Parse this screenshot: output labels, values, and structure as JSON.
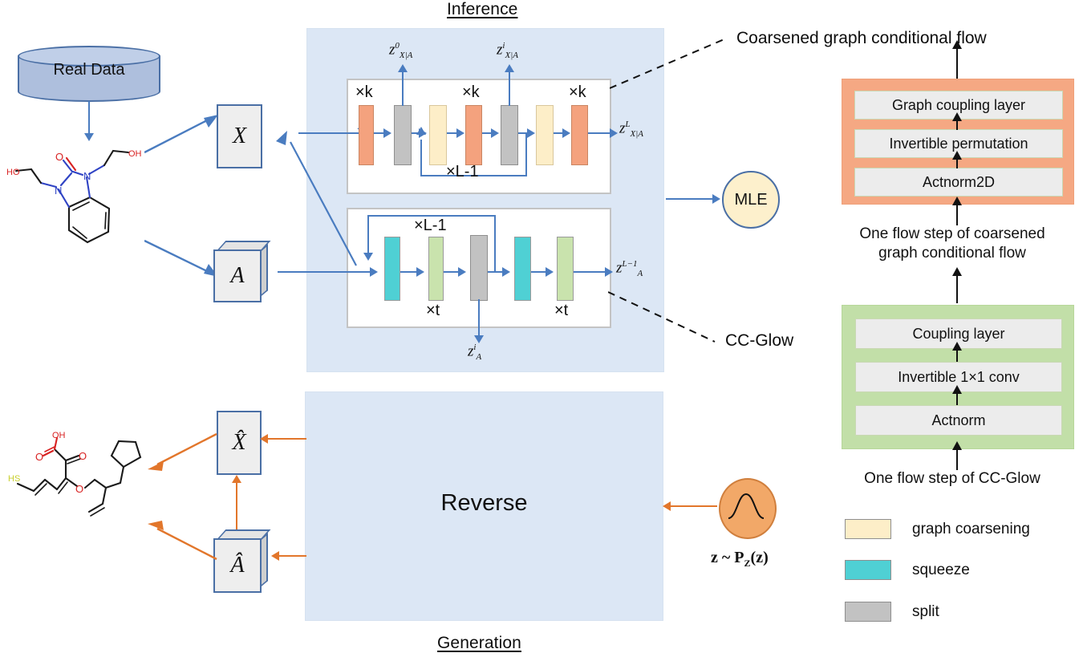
{
  "figure": {
    "inference_title": "Inference",
    "generation_title": "Generation"
  },
  "source": {
    "database_label": "Real Data",
    "molecule_input_name": "input-molecule-structure",
    "molecule_output_name": "generated-molecule-structure"
  },
  "variables": {
    "x": "X",
    "a": "A",
    "x_hat": "X̂",
    "a_hat": "Â"
  },
  "inference": {
    "top_flow": {
      "multiplicity_labels": [
        "×k",
        "×k",
        "×k"
      ],
      "loop_label": "×L-1",
      "blocks": [
        "flow-step",
        "split",
        "graph-coarsening",
        "flow-step",
        "split",
        "graph-coarsening",
        "flow-step"
      ],
      "out_label_z0": "z",
      "out_label_z0_sup": "0",
      "out_label_z0_sub": "X|A",
      "out_label_zi": "z",
      "out_label_zi_sup": "i",
      "out_label_zi_sub": "X|A",
      "out_label_zL": "z",
      "out_label_zL_sup": "L",
      "out_label_zL_sub": "X|A"
    },
    "bottom_flow": {
      "loop_label": "×L-1",
      "multiplicity_labels": [
        "×t",
        "×t"
      ],
      "blocks": [
        "squeeze",
        "flow-step",
        "split",
        "squeeze",
        "flow-step"
      ],
      "out_label_zA_i": "z",
      "out_label_zA_i_sup": "i",
      "out_label_zA_i_sub": "A",
      "out_label_zA_L": "z",
      "out_label_zA_L_sup": "L−1",
      "out_label_zA_L_sub": "A"
    },
    "objective": "MLE"
  },
  "callouts": {
    "coarsened": "Coarsened graph conditional flow",
    "ccglow": "CC-Glow"
  },
  "generation": {
    "reverse_label": "Reverse",
    "prior_label_z": "z",
    "prior_label_tilde": "~",
    "prior_label_p": "P",
    "prior_label_sub": "Z",
    "prior_label_arg": "(z)"
  },
  "flow_step_coarsened": {
    "rows": [
      "Graph coupling layer",
      "Invertible permutation",
      "Actnorm2D"
    ],
    "caption_line1": "One flow step of coarsened",
    "caption_line2": "graph conditional flow"
  },
  "flow_step_ccglow": {
    "rows": [
      "Coupling layer",
      "Invertible 1×1 conv",
      "Actnorm"
    ],
    "caption": "One flow step of CC-Glow"
  },
  "legend": {
    "items": [
      {
        "label": "graph coarsening",
        "color": "#fdeec8"
      },
      {
        "label": "squeeze",
        "color": "#4fd0d4"
      },
      {
        "label": "split",
        "color": "#c2c2c2"
      }
    ]
  },
  "colors": {
    "panel_blue": "#dce7f5",
    "flow_orange": "#f4a27e",
    "coarsening_cream": "#fdeec8",
    "squeeze_teal": "#4fd0d4",
    "ccglow_green": "#c9e3ad",
    "split_gray": "#c2c2c2",
    "arrow_blue": "#4a7cc0",
    "arrow_orange": "#e2762b",
    "stack_orange": "#f5a883",
    "stack_green": "#c2dfa8"
  }
}
